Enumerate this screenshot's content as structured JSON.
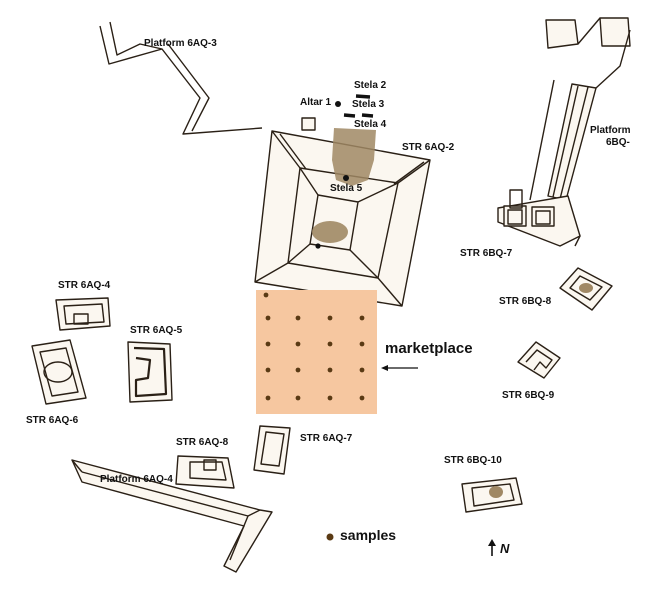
{
  "colors": {
    "outline": "#2a2016",
    "wall_fill": "#fbf7f0",
    "marketplace": "#f6c7a0",
    "sample_dot": "#5a3a14",
    "stone_fill": "#a08864"
  },
  "map": {
    "labels": {
      "platform_6aq3": "Platform 6AQ-3",
      "stela2": "Stela 2",
      "altar1": "Altar 1",
      "stela3": "Stela 3",
      "stela4": "Stela 4",
      "str_6aq2": "STR 6AQ-2",
      "stela5": "Stela 5",
      "platform_6bq_a": "Platform",
      "platform_6bq_b": "6BQ-",
      "str_6bq7": "STR 6BQ-7",
      "str_6aq4": "STR 6AQ-4",
      "str_6aq5": "STR 6AQ-5",
      "str_6bq8": "STR 6BQ-8",
      "marketplace": "marketplace",
      "str_6aq6": "STR 6AQ-6",
      "str_6bq9": "STR 6BQ-9",
      "str_6aq8": "STR 6AQ-8",
      "str_6aq7": "STR 6AQ-7",
      "str_6bq10": "STR 6BQ-10",
      "platform_6aq4": "Platform 6AQ-4"
    },
    "marketplace_grid": {
      "rows": 4,
      "cols": 4,
      "extra_top_left": true
    }
  },
  "legend": {
    "samples": "samples",
    "north": "N"
  }
}
